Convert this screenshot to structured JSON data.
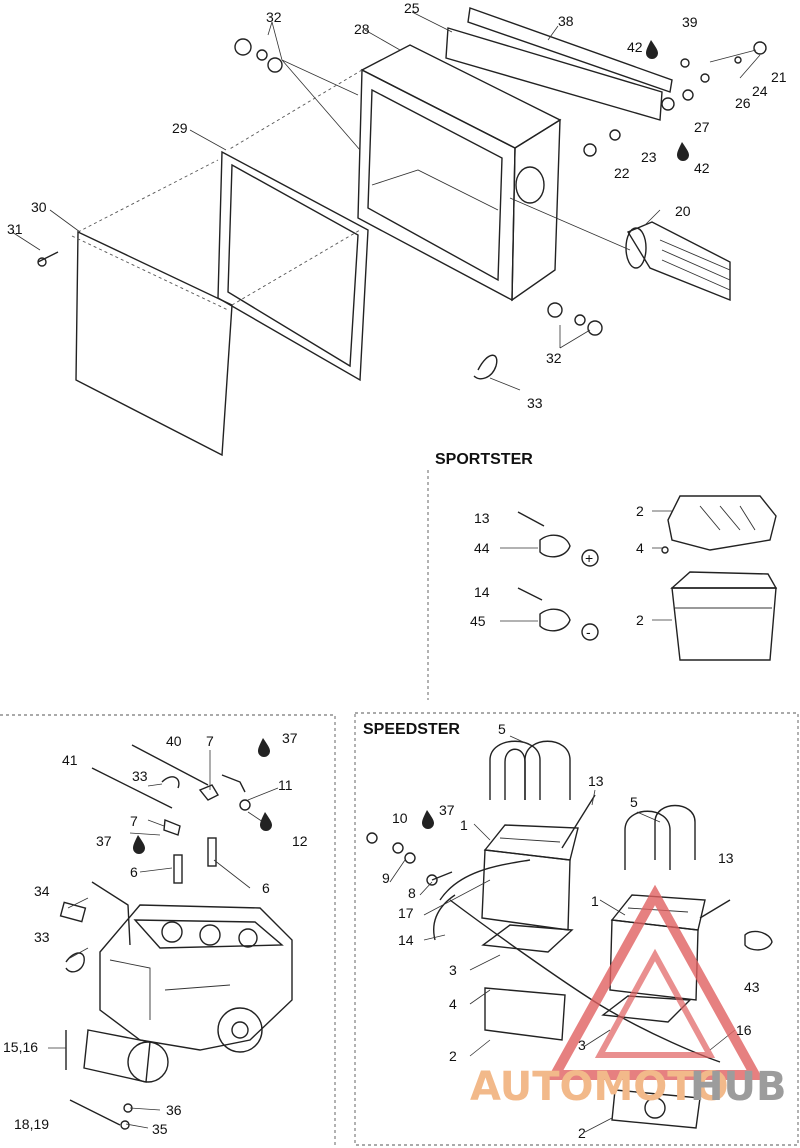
{
  "sections": {
    "sportster": "SPORTSTER",
    "speedster": "SPEEDSTER"
  },
  "watermark": {
    "text_a": "AUTOMOTO",
    "text_b": "HUB",
    "color_a": "#f2b98a",
    "color_b": "#9c9c9c",
    "logo_color": "#e06060"
  },
  "callouts": {
    "top": [
      "32",
      "25",
      "38",
      "39",
      "28",
      "42",
      "21",
      "24",
      "26",
      "27",
      "29",
      "23",
      "22",
      "42",
      "30",
      "20",
      "31",
      "32",
      "33"
    ],
    "sportster": [
      "13",
      "44",
      "14",
      "45",
      "2",
      "4",
      "2"
    ],
    "engine": [
      "40",
      "7",
      "37",
      "41",
      "33",
      "11",
      "7",
      "12",
      "37",
      "6",
      "6",
      "34",
      "33",
      "15,16",
      "36",
      "18,19",
      "35"
    ],
    "speedster": [
      "5",
      "13",
      "10",
      "37",
      "1",
      "5",
      "9",
      "13",
      "8",
      "17",
      "1",
      "14",
      "3",
      "43",
      "4",
      "2",
      "3",
      "16",
      "2"
    ]
  },
  "symbols": {
    "oil_drop": "drop-icon",
    "positive": "+",
    "negative": "-"
  }
}
